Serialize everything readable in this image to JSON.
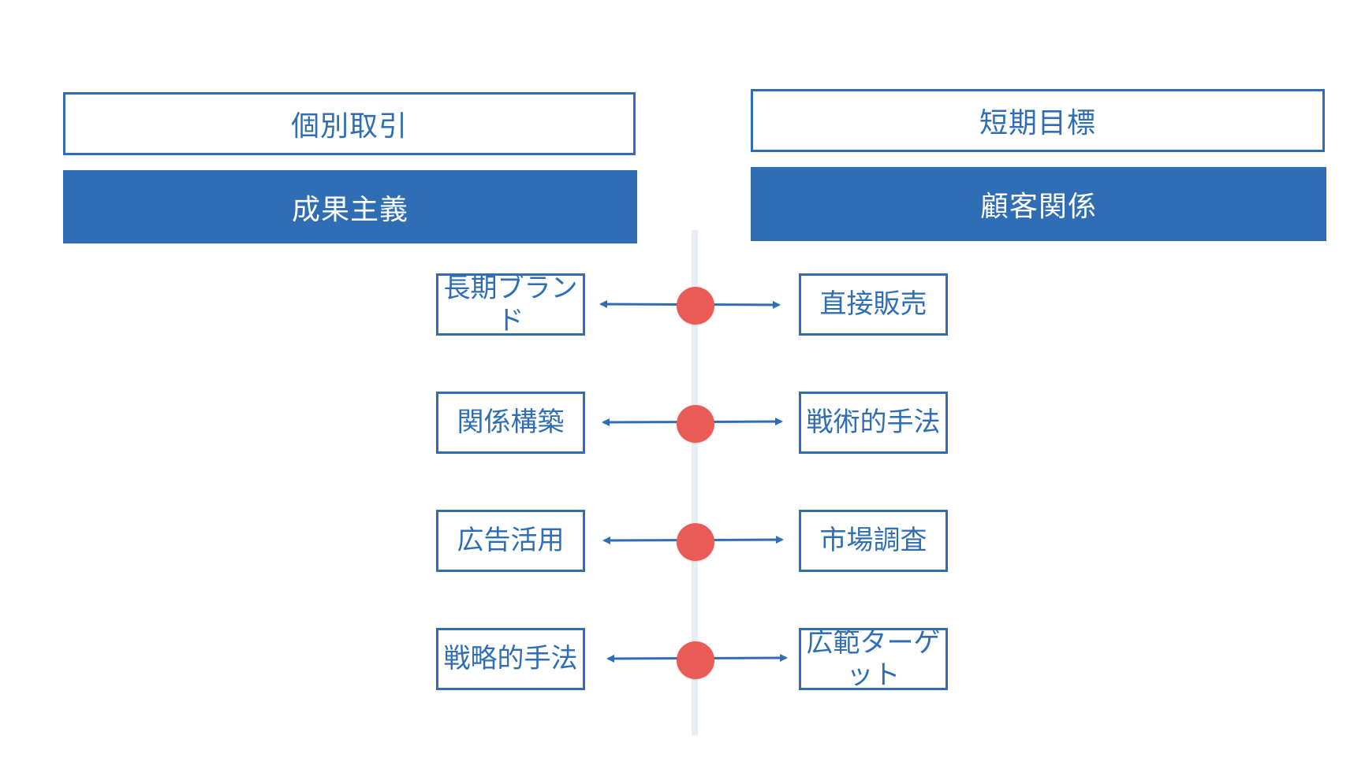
{
  "headers": {
    "left_top": "個別取引",
    "left_bottom": "成果主義",
    "right_top": "短期目標",
    "right_bottom": "顧客関係"
  },
  "rows": [
    {
      "left": "長期ブランド",
      "right": "直接販売"
    },
    {
      "left": "関係構築",
      "right": "戦術的手法"
    },
    {
      "left": "広告活用",
      "right": "市場調査"
    },
    {
      "left": "戦略的手法",
      "right": "広範ターゲット"
    }
  ],
  "colors": {
    "accent_blue": "#2f6eb5",
    "dot_red": "#eb5b56",
    "axis": "#e7eef6"
  }
}
